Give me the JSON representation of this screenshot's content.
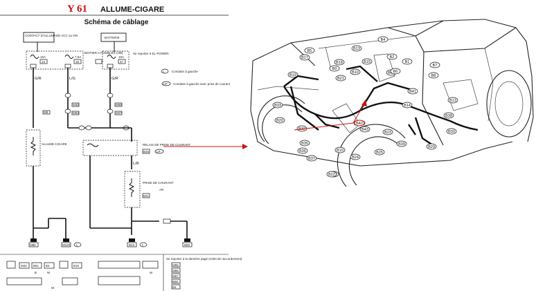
{
  "header": {
    "code": "Y 61",
    "title": "ALLUME-CIGARE"
  },
  "schematic": {
    "title": "Schéma de câblage",
    "boxes": {
      "ignition_switch": "CONTACT D'ALLUMAGE ACC ou ON",
      "fuse_box": "BOITIER A FUSIBLES (J/B)",
      "battery": "BATTERIE",
      "power_note": "Se reporter à EL-POWER."
    },
    "fuses": [
      {
        "amp": "15A",
        "num": "13"
      },
      {
        "amp": "7.5A",
        "num": "18"
      },
      {
        "amp": "15A",
        "num": "47"
      }
    ],
    "legend": [
      {
        "code": "L",
        "text": "Conduite à gauche"
      },
      {
        "code": "LP",
        "text": "Conduite à gauche avec prise de courant"
      }
    ],
    "wires": [
      "G/R",
      "G/R",
      "L/G",
      "L/G",
      "G/R",
      "G/R",
      "L/R"
    ],
    "connectors": [
      "M8",
      "M32",
      "M52",
      "M56",
      "M27",
      "M27",
      "B40",
      "B61"
    ],
    "relay": {
      "label": "RELAIS DE PRISE DE COURANT",
      "conn": "B46",
      "tag": "LP"
    },
    "cigar": "ALLUME-CIGARE",
    "socket": {
      "label": "PRISE DE COURANT",
      "tag": "AR",
      "conn": "B41"
    },
    "grounds": [
      "M86",
      "M120",
      "B23",
      "B50"
    ],
    "ground_tags": [
      "L",
      "L"
    ],
    "refer_note": "Se reporter à la dernière page (Volet de raccordement)",
    "refer_list": [
      "M65",
      "M66",
      "M67",
      "B86",
      "B4"
    ],
    "bottom_codes": [
      "M42",
      "B61",
      "B4",
      "B15",
      "W",
      "B",
      "W",
      "W"
    ]
  },
  "vehicle": {
    "connectors": [
      "B5",
      "B13",
      "B17",
      "B19",
      "B18",
      "B9",
      "B10",
      "B22",
      "B21",
      "B15",
      "B4",
      "B2",
      "B1",
      "B40",
      "B6",
      "B7",
      "B8",
      "B41",
      "B13",
      "B14",
      "B38",
      "B30",
      "B29",
      "B33",
      "B20",
      "B32",
      "B35",
      "B36",
      "B37",
      "B10",
      "B24",
      "B22",
      "B25",
      "B23",
      "B43",
      "B42",
      "B39"
    ]
  }
}
